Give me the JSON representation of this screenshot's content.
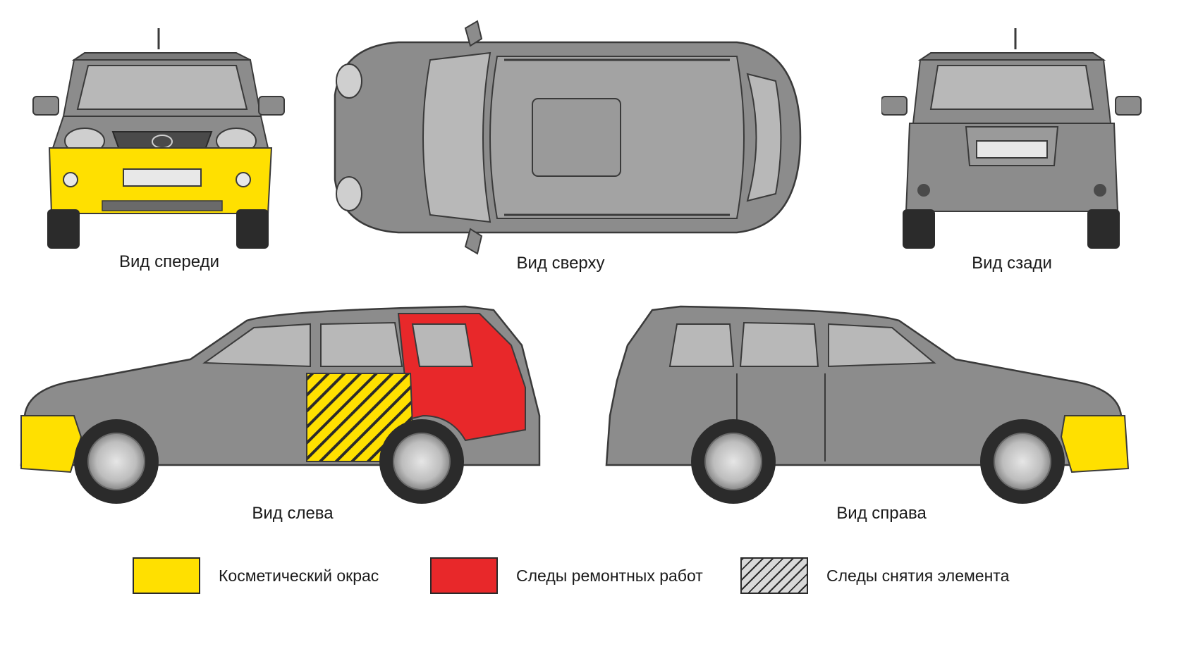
{
  "captions": {
    "front": "Вид спереди",
    "top": "Вид сверху",
    "rear": "Вид сзади",
    "left": "Вид слева",
    "right": "Вид справа"
  },
  "legend": [
    {
      "label": "Косметический окрас",
      "color": "#ffe000",
      "pattern": "solid"
    },
    {
      "label": "Следы ремонтных работ",
      "color": "#e8282a",
      "pattern": "solid"
    },
    {
      "label": "Следы снятия элемента",
      "color": "#d9d9d9",
      "pattern": "hatch"
    }
  ],
  "colors": {
    "body": "#8c8c8c",
    "glass": "#b8b8b8",
    "tire": "#2b2b2b",
    "outline": "#3a3a3a",
    "cosmetic": "#ffe000",
    "repair": "#e8282a"
  }
}
